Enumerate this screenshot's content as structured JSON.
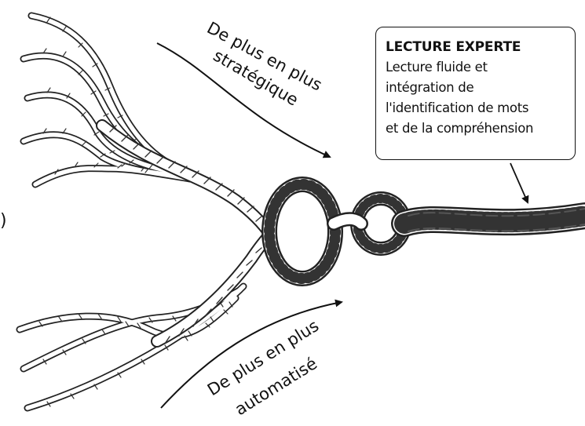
{
  "labels": {
    "top_arc": [
      "De plus en plus",
      "stratégique"
    ],
    "bottom_arc": [
      "De plus en plus",
      "automatisé"
    ],
    "left_cut": ")"
  },
  "callout": {
    "title": "LECTURE EXPERTE",
    "lines": [
      "Lecture fluide et",
      "intégration de",
      "l'identification de mots",
      "et de la compréhension"
    ]
  }
}
